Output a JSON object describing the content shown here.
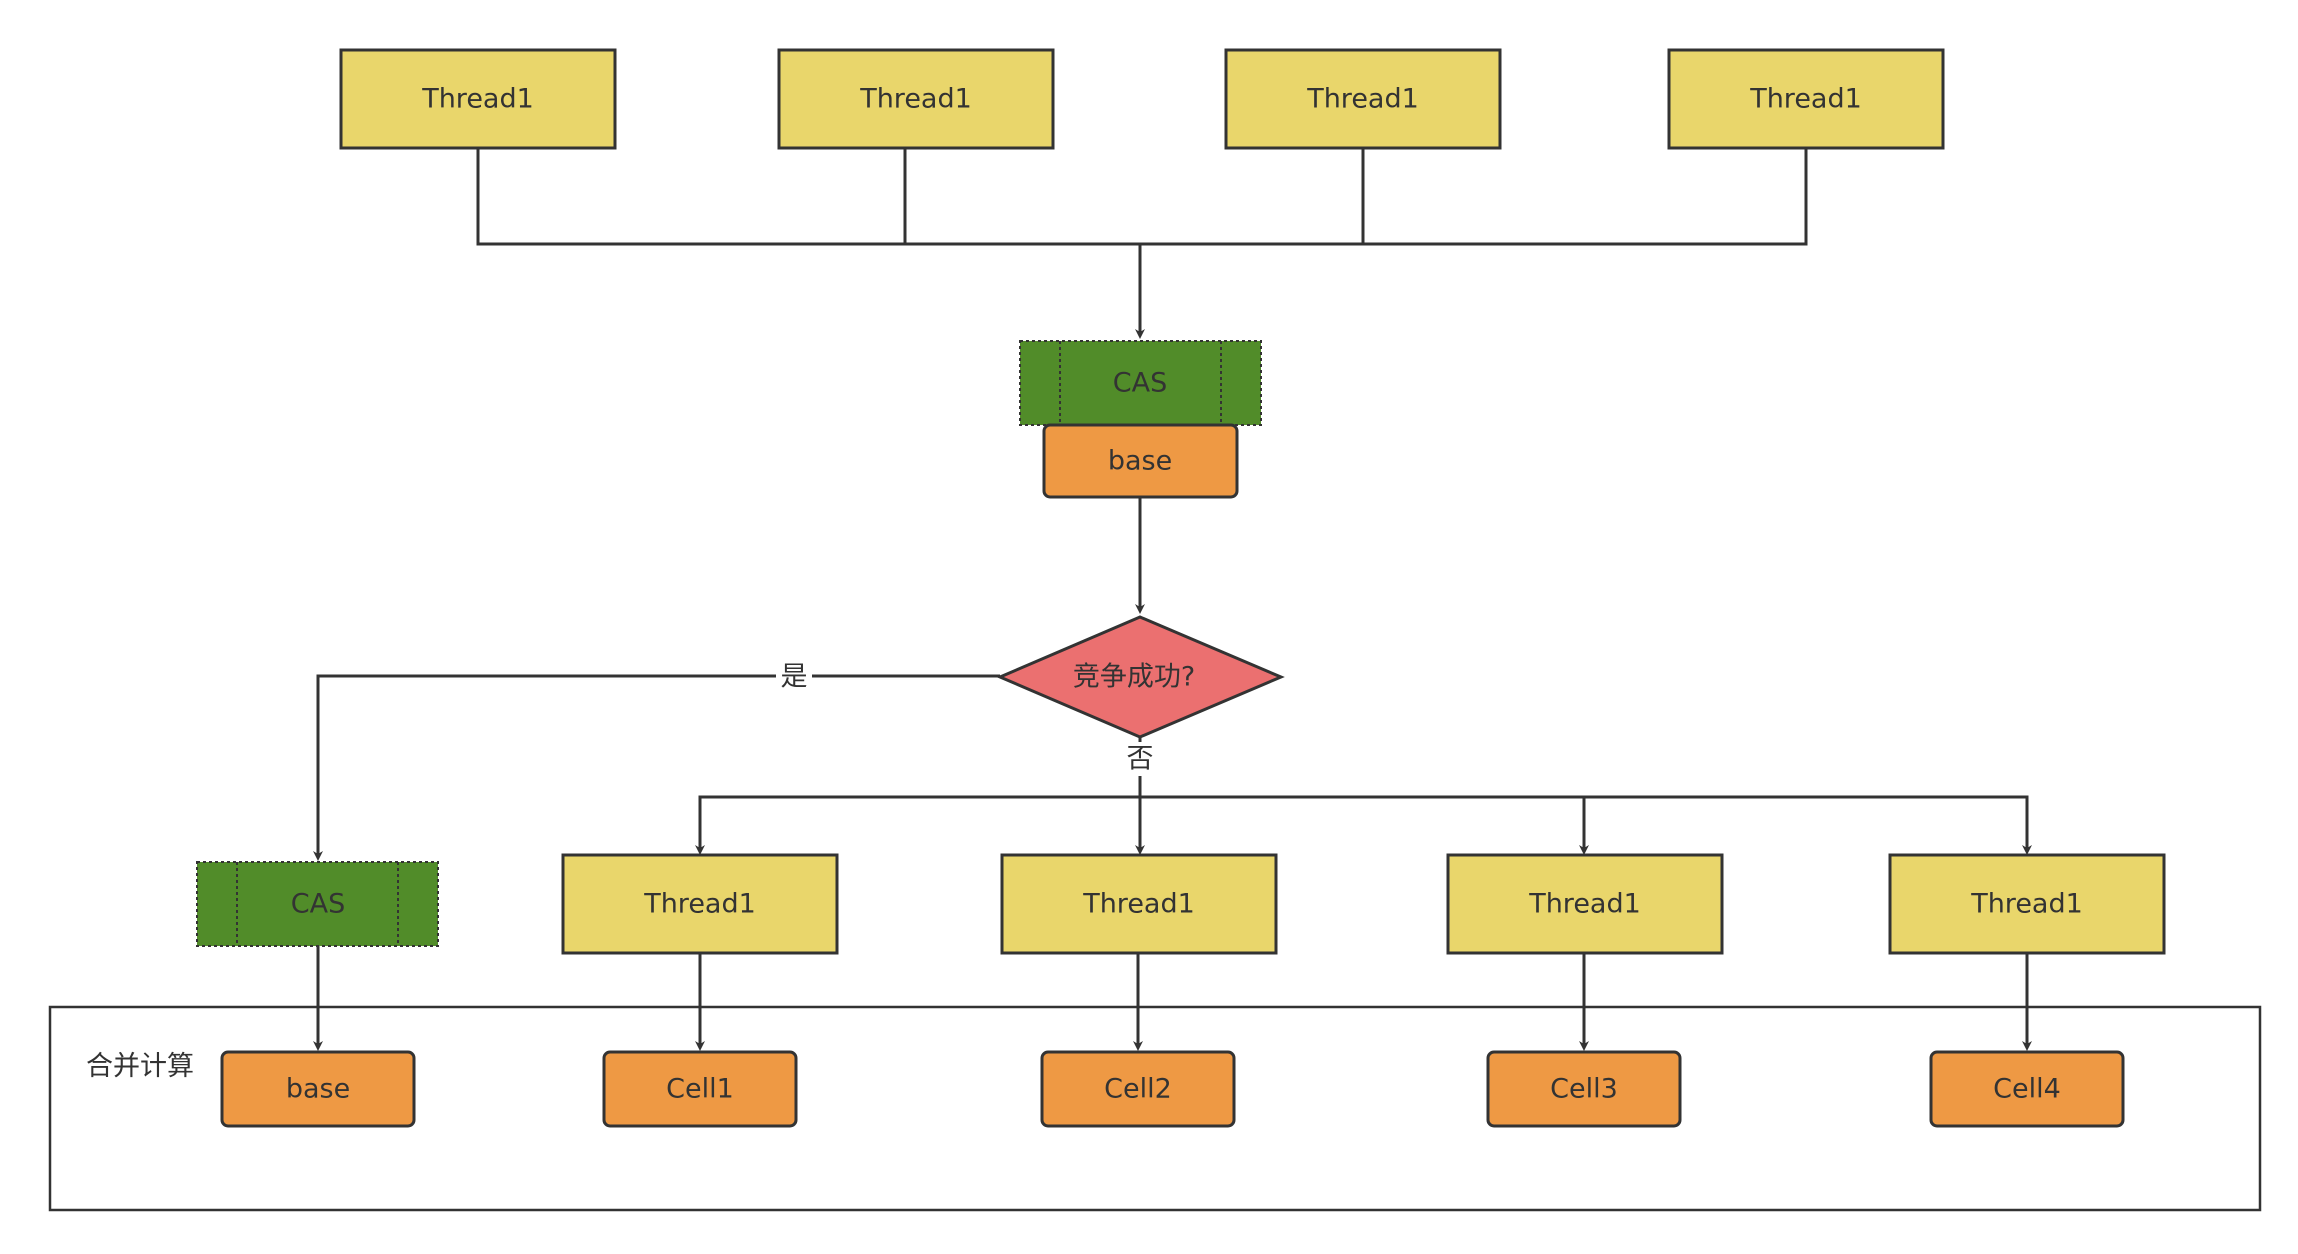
{
  "colors": {
    "thread_fill": "#E9D66B",
    "cas_fill": "#518C29",
    "cell_fill": "#EE9944",
    "decision_fill": "#EB7070",
    "stroke": "#333333"
  },
  "top_threads": [
    "Thread1",
    "Thread1",
    "Thread1",
    "Thread1"
  ],
  "top_cas": {
    "label": "CAS"
  },
  "top_base": {
    "label": "base"
  },
  "decision": {
    "label": "竞争成功?",
    "yes_label": "是",
    "no_label": "否"
  },
  "left_cas": {
    "label": "CAS"
  },
  "bottom_threads": [
    "Thread1",
    "Thread1",
    "Thread1",
    "Thread1"
  ],
  "merge_group": {
    "label": "合并计算"
  },
  "cells": [
    "base",
    "Cell1",
    "Cell2",
    "Cell3",
    "Cell4"
  ]
}
